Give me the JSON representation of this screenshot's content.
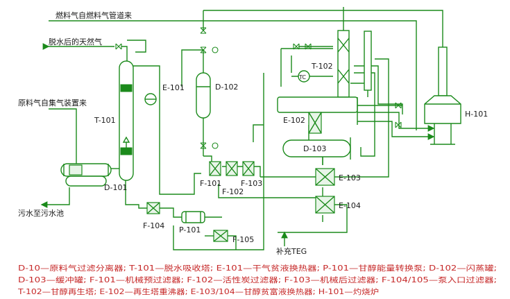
{
  "streams": {
    "fuel_gas_in": "燃料气自燃料气管道来",
    "dry_gas_out": "脱水后的天然气",
    "feed_gas_in": "原料气自集气装置来",
    "sewage_out": "污水至污水池",
    "teg_makeup": "补充TEG"
  },
  "equipment_tags": {
    "d101": "D-101",
    "t101": "T-101",
    "e101": "E-101",
    "d102": "D-102",
    "t102": "T-102",
    "e102": "E-102",
    "d103": "D-103",
    "e103": "E-103",
    "e104": "E-104",
    "h101": "H-101",
    "f101": "F-101",
    "f102": "F-102",
    "f103": "F-103",
    "f104": "F-104",
    "f105": "F-105",
    "p101": "P-101",
    "tc": "TC"
  },
  "legend": {
    "line1": "D-10—原料气过滤分离器; T-101—脱水吸收塔; E-101—干气贫液换热器; P-101—甘醇能量转换泵; D-102—闪蒸罐;",
    "line2": "D-103—缓冲罐; F-101—机械预过滤器; F-102—活性炭过滤器; F-103—机械后过滤器; F-104/105—泵入口过滤器;",
    "line3": "T-102—甘醇再生塔; E-102—再生塔重沸器; E-103/104—甘醇贫富液换热器; H-101—灼烧炉"
  },
  "colors": {
    "pipe": "#1b8a1b",
    "legend_text": "#c62828",
    "label_text": "#1a1a1a"
  }
}
